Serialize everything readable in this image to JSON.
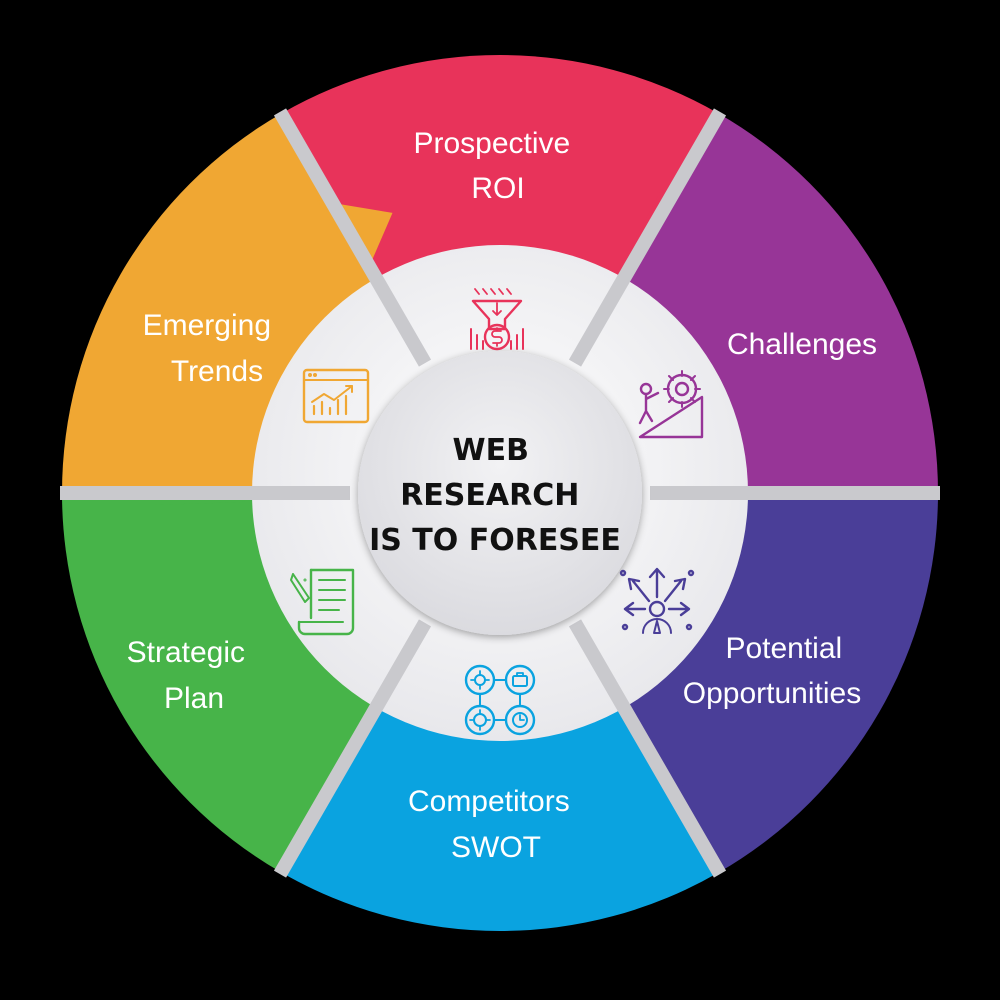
{
  "center": {
    "lines": [
      "WEB",
      "RESEARCH",
      "IS TO FORESEE"
    ]
  },
  "colors": {
    "background": "#000000",
    "divider": "#c9c9cd",
    "inner_disc": "#f3f3f5",
    "center_disc": "#e4e4e7",
    "center_text": "#111111"
  },
  "segments": [
    {
      "id": "prospective-roi",
      "lines": [
        "Prospective",
        "ROI"
      ],
      "color": "#e8335a",
      "icon": "funnel-money-icon"
    },
    {
      "id": "challenges",
      "lines": [
        "Challenges"
      ],
      "color": "#973597",
      "icon": "climber-gear-icon"
    },
    {
      "id": "potential-opportunities",
      "lines": [
        "Potential",
        "Opportunities"
      ],
      "color": "#4a3e98",
      "icon": "person-arrows-icon"
    },
    {
      "id": "competitors-swot",
      "lines": [
        "Competitors",
        "SWOT"
      ],
      "color": "#0aa3e0",
      "icon": "swot-network-icon"
    },
    {
      "id": "strategic-plan",
      "lines": [
        "Strategic",
        "Plan"
      ],
      "color": "#47b449",
      "icon": "checklist-pen-icon"
    },
    {
      "id": "emerging-trends",
      "lines": [
        "Emerging",
        "Trends"
      ],
      "color": "#f0a733",
      "icon": "growth-chart-icon"
    }
  ]
}
